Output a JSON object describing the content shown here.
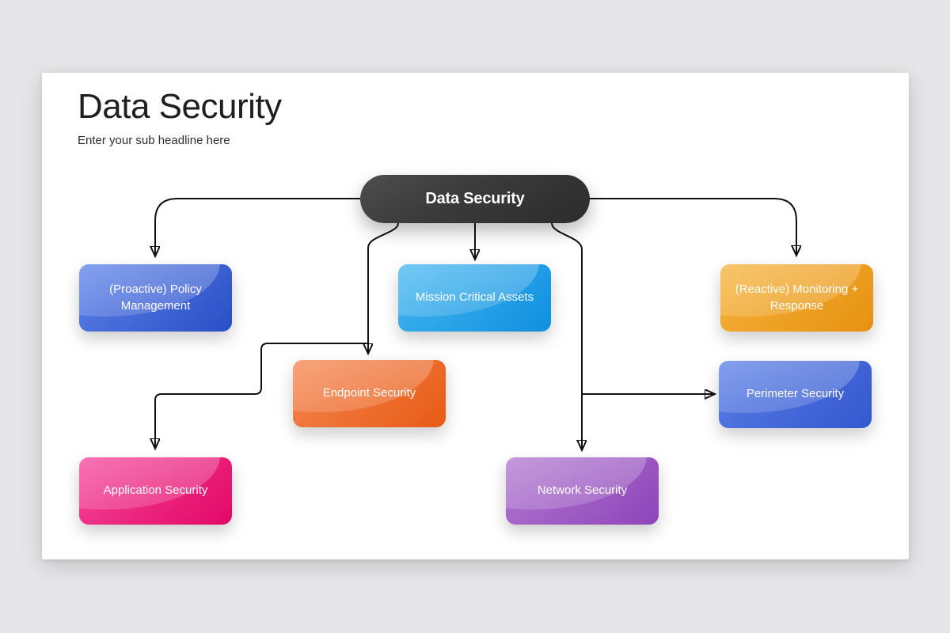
{
  "page": {
    "background_color": "#e6e5e7",
    "slide_background_color": "#ffffff"
  },
  "header": {
    "title": "Data Security",
    "subtitle": "Enter your sub headline here"
  },
  "diagram": {
    "root": {
      "label": "Data Security",
      "fill_color": "#3a3a3a",
      "text_color": "#ffffff"
    },
    "connector_color": "#111111",
    "nodes": [
      {
        "id": "policy-management",
        "label": "(Proactive) Policy Management",
        "gradient": [
          "#5c82e8",
          "#2a4ec6"
        ]
      },
      {
        "id": "mission-critical",
        "label": "Mission Critical Assets",
        "gradient": [
          "#45b7f0",
          "#0f8fdf"
        ]
      },
      {
        "id": "monitoring-response",
        "label": "(Reactive) Monitoring + Response",
        "gradient": [
          "#f6b23a",
          "#e69110"
        ]
      },
      {
        "id": "endpoint-security",
        "label": "Endpoint Security",
        "gradient": [
          "#f5854f",
          "#e75b15"
        ]
      },
      {
        "id": "perimeter-security",
        "label": "Perimeter Security",
        "gradient": [
          "#5a7ee6",
          "#3357ce"
        ]
      },
      {
        "id": "application-security",
        "label": "Application Security",
        "gradient": [
          "#f4459a",
          "#e30866"
        ]
      },
      {
        "id": "network-security",
        "label": "Network Security",
        "gradient": [
          "#b077cf",
          "#8f45ba"
        ]
      }
    ]
  }
}
